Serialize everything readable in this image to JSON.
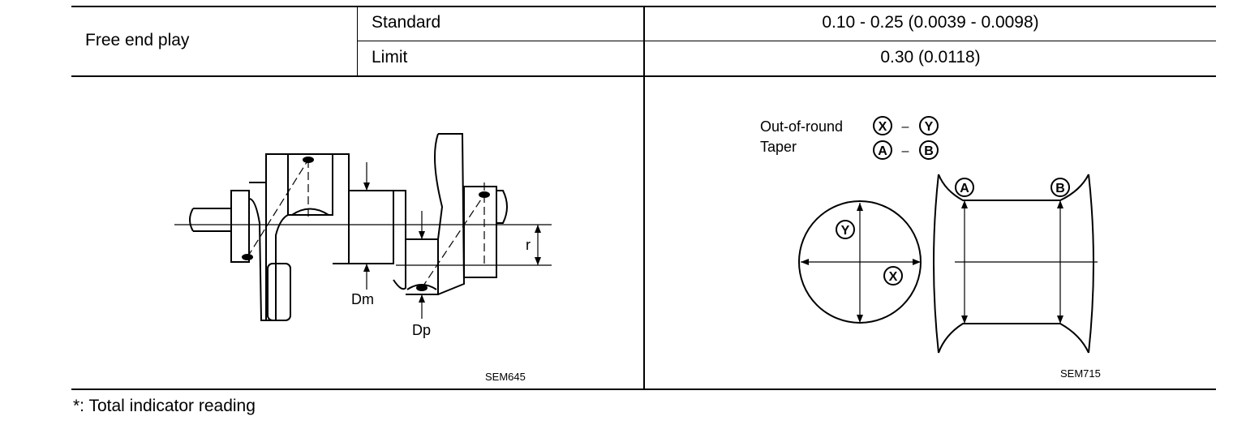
{
  "spec_table": {
    "row_label": "Free end play",
    "rows": [
      {
        "condition": "Standard",
        "value": "0.10 - 0.25 (0.0039 - 0.0098)"
      },
      {
        "condition": "Limit",
        "value": "0.30 (0.0118)"
      }
    ]
  },
  "figure_left": {
    "labels": {
      "dm": "Dm",
      "dp": "Dp",
      "r": "r"
    },
    "code": "SEM645"
  },
  "figure_right": {
    "legend": {
      "out_of_round": "Out-of-round",
      "taper": "Taper",
      "dash": "–",
      "x": "X",
      "y": "Y",
      "a": "A",
      "b": "B"
    },
    "code": "SEM715"
  },
  "footnote": "*: Total indicator reading"
}
